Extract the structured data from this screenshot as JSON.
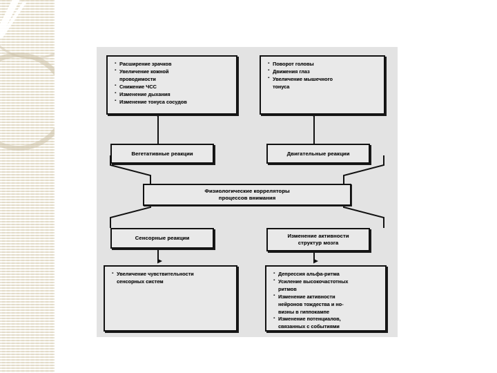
{
  "slide": {
    "background_color": "#ffffff",
    "panel_color": "#e3e3e3",
    "band_color": "#f3f0e4",
    "line_color": "#111111"
  },
  "diagram": {
    "title": "Физиологические корреляторы процессов внимания",
    "center_box": {
      "line1": "Физиологические корреляторы",
      "line2": "процессов внимания"
    },
    "branches": {
      "vegetative": {
        "label": "Вегетативные реакции",
        "items": [
          "Расширение зрачков",
          "Увеличение кожной",
          "проводимости",
          "Снижение ЧСС",
          "Изменение дыхания",
          "Изменение тонуса сосудов"
        ]
      },
      "motor": {
        "label": "Двигательные реакции",
        "items": [
          "Поворот головы",
          "Движения глаз",
          "Увеличение мышечного",
          "тонуса"
        ]
      },
      "sensory": {
        "label": "Сенсорные реакции",
        "items": [
          "Увеличение чувствительности",
          "сенсорных систем"
        ]
      },
      "brain": {
        "label_line1": "Изменение активности",
        "label_line2": "структур мозга",
        "items": [
          "Депрессия альфа-ритма",
          "Усиление высокочастотных",
          "ритмов",
          "Изменение активности",
          "нейронов тождества и но-",
          "визны в гиппокампе",
          "Изменение потенциалов,",
          "связанных с событиями"
        ]
      }
    }
  }
}
